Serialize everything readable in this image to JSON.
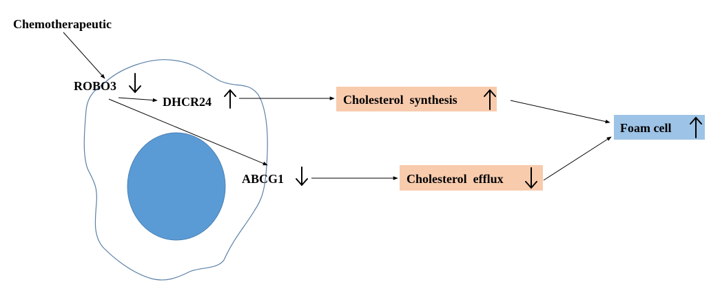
{
  "colors": {
    "background": "#ffffff",
    "cell_outline": "#5b7fa6",
    "nucleus_fill": "#5b9bd5",
    "nucleus_stroke": "#4a80b4",
    "process_box": "#f8cbad",
    "outcome_box": "#9dc3e6",
    "text": "#000000"
  },
  "nodes": {
    "chemotherapeutic": {
      "label": "Chemotherapeutic",
      "trend": ""
    },
    "robo3": {
      "label": "ROBO3",
      "trend": "down"
    },
    "dhcr24": {
      "label": "DHCR24",
      "trend": "up"
    },
    "abcg1": {
      "label": "ABCG1",
      "trend": "down"
    },
    "cholesterol_synthesis": {
      "label": "Cholesterol  synthesis",
      "trend": "up"
    },
    "cholesterol_efflux": {
      "label": "Cholesterol  efflux",
      "trend": "down"
    },
    "foam_cell": {
      "label": "Foam cell",
      "trend": "up"
    }
  },
  "edges": [
    {
      "from": "chemotherapeutic",
      "to": "robo3"
    },
    {
      "from": "robo3",
      "to": "dhcr24"
    },
    {
      "from": "robo3",
      "to": "abcg1"
    },
    {
      "from": "dhcr24",
      "to": "cholesterol_synthesis"
    },
    {
      "from": "abcg1",
      "to": "cholesterol_efflux"
    },
    {
      "from": "cholesterol_synthesis",
      "to": "foam_cell"
    },
    {
      "from": "cholesterol_efflux",
      "to": "foam_cell"
    }
  ],
  "structures": {
    "cell": "cell-membrane",
    "nucleus": "nucleus"
  }
}
